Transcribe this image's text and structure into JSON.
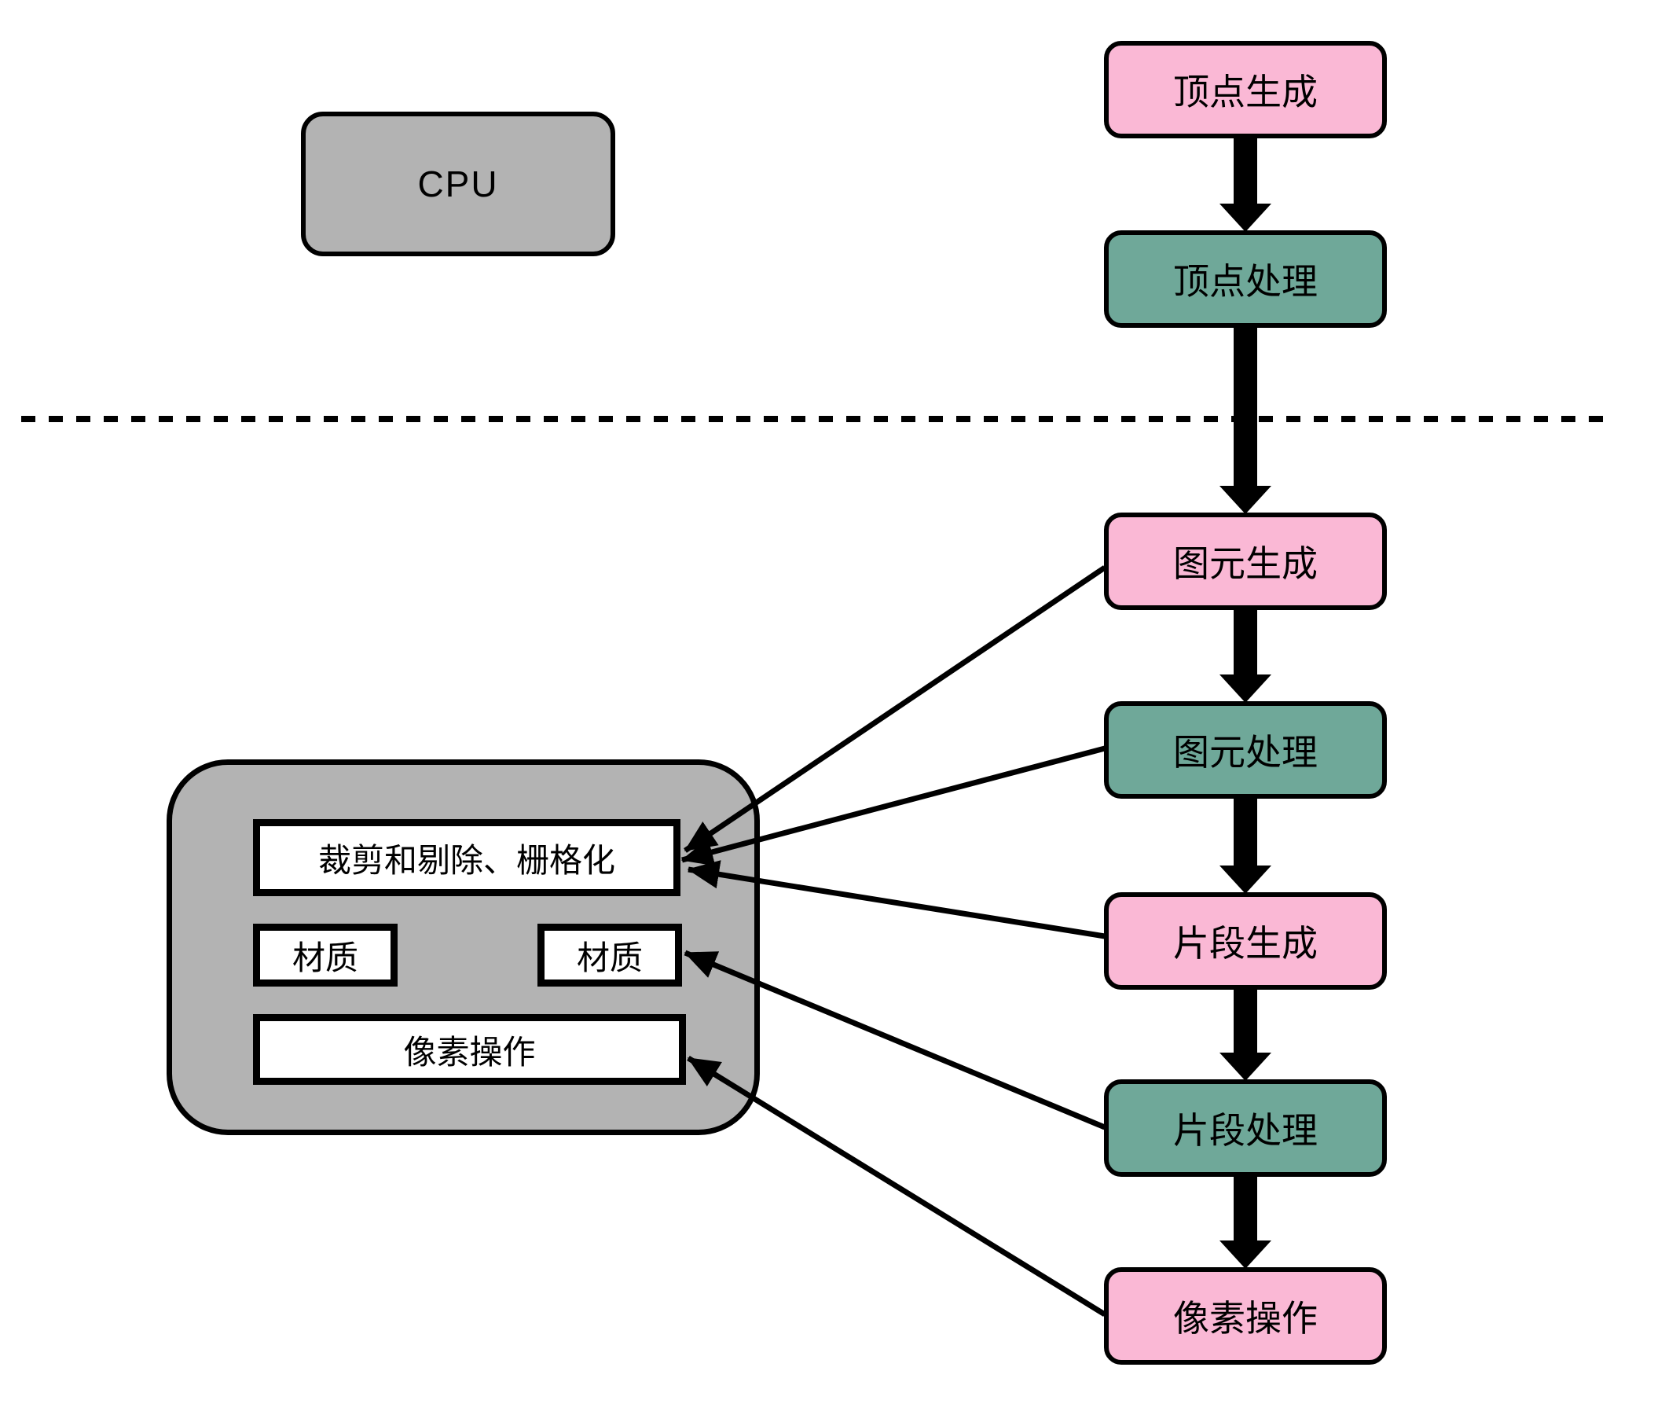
{
  "colors": {
    "pink": "#FAB8D5",
    "teal": "#6FA899",
    "gray": "#B3B3B3",
    "line": "#000000"
  },
  "cpu": {
    "label": "CPU"
  },
  "pipeline": {
    "items": [
      {
        "id": "vertex-generation",
        "label": "顶点生成",
        "color": "pink"
      },
      {
        "id": "vertex-processing",
        "label": "顶点处理",
        "color": "teal"
      },
      {
        "id": "primitive-generation",
        "label": "图元生成",
        "color": "pink"
      },
      {
        "id": "primitive-processing",
        "label": "图元处理",
        "color": "teal"
      },
      {
        "id": "fragment-generation",
        "label": "片段生成",
        "color": "pink"
      },
      {
        "id": "fragment-processing",
        "label": "片段处理",
        "color": "teal"
      },
      {
        "id": "pixel-operations",
        "label": "像素操作",
        "color": "pink"
      }
    ]
  },
  "gpu_block": {
    "items": [
      {
        "id": "clip-cull-rasterize",
        "label": "裁剪和剔除、栅格化"
      },
      {
        "id": "texture-left",
        "label": "材质"
      },
      {
        "id": "texture-right",
        "label": "材质"
      },
      {
        "id": "pixel-operations",
        "label": "像素操作"
      }
    ]
  }
}
